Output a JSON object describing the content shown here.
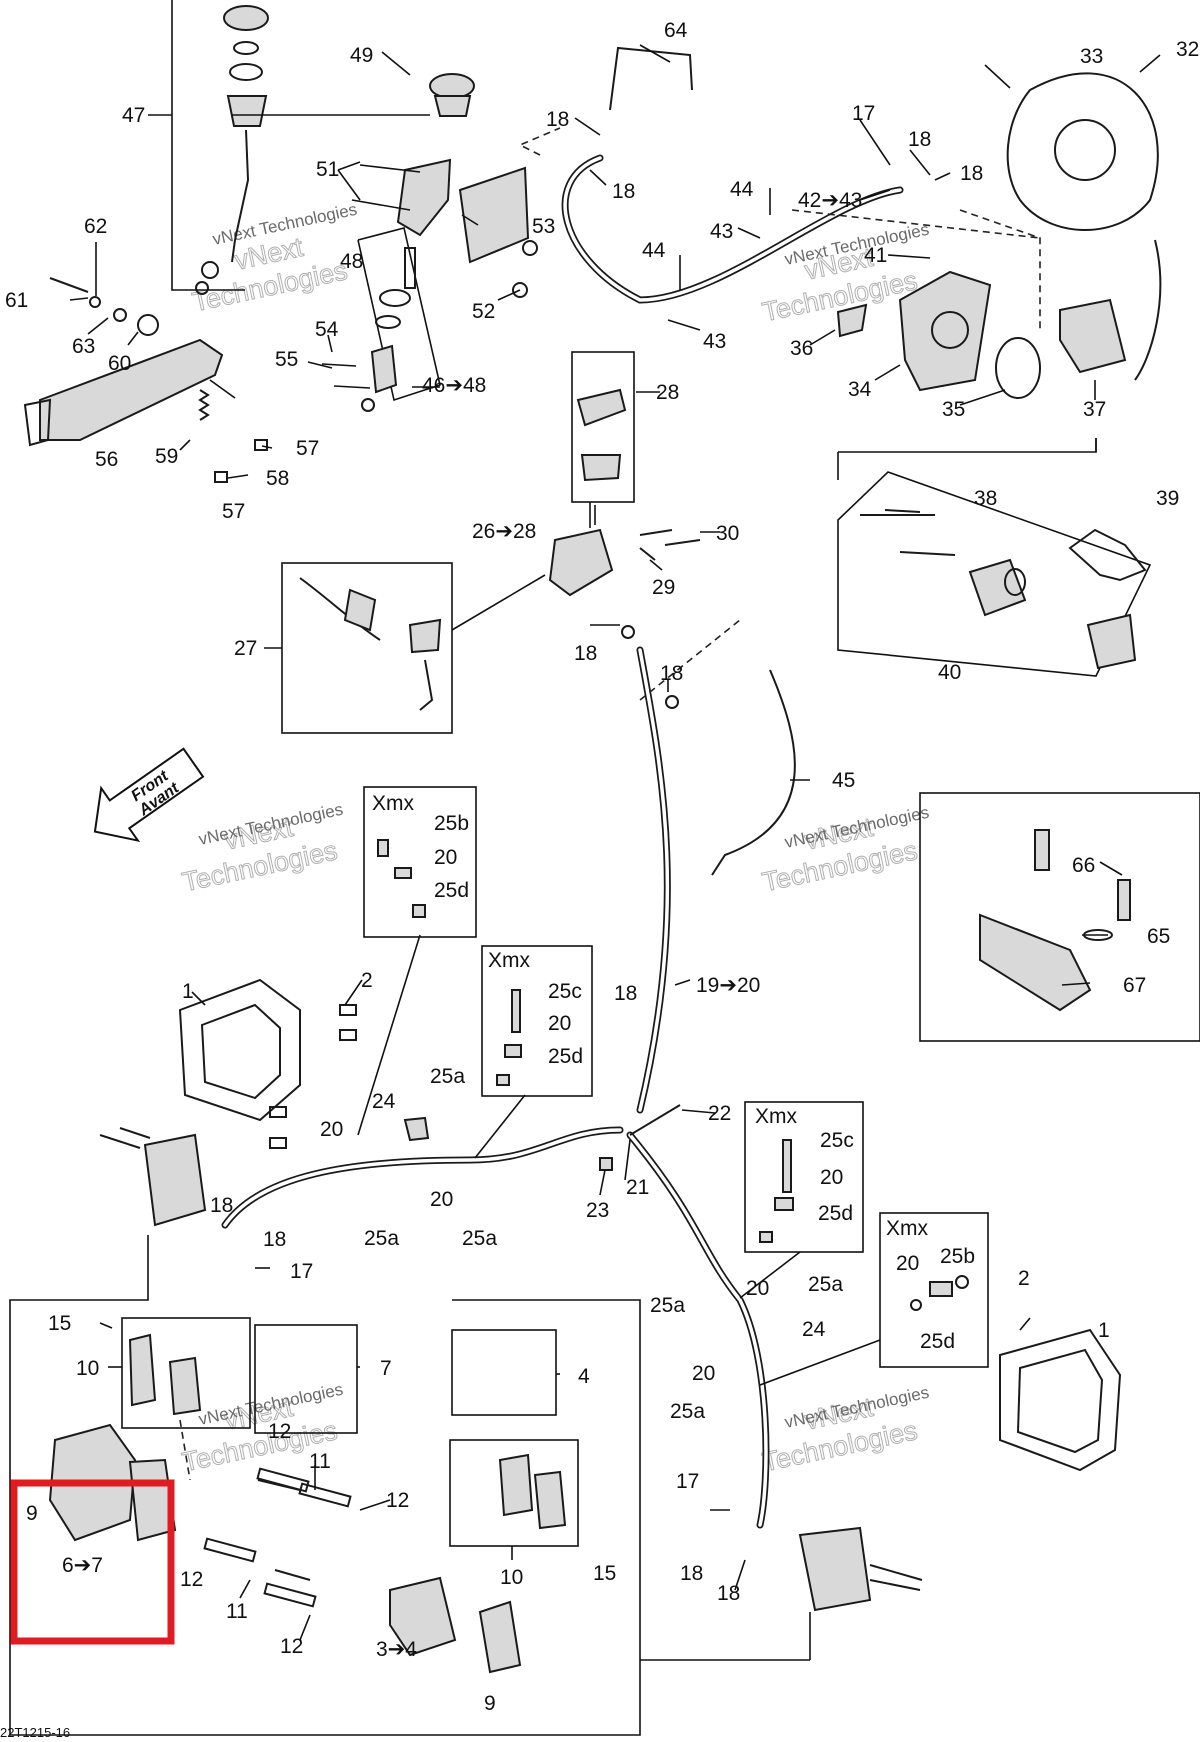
{
  "figure_code": "22T1215-16",
  "direction_arrow": {
    "line1": "Front",
    "line2": "Avant"
  },
  "watermark": {
    "line1": "vNext",
    "line2": "Technologies",
    "small": "vNext Technologies"
  },
  "highlight_color": "#e11b22",
  "callouts": {
    "c1a": "1",
    "c1b": "1",
    "c2a": "2",
    "c2b": "2",
    "c34": "3➔4",
    "c4": "4",
    "c67": "6➔7",
    "c7": "7",
    "c9a": "9",
    "c9b": "9",
    "c10a": "10",
    "c10b": "10",
    "c11a": "11",
    "c11b": "11",
    "c12a": "12",
    "c12b": "12",
    "c12c": "12",
    "c12d": "12",
    "c15a": "15",
    "c15b": "15",
    "c17a": "17",
    "c17b": "17",
    "c17c": "17",
    "c18a": "18",
    "c18b": "18",
    "c18c": "18",
    "c18d": "18",
    "c18e": "18",
    "c18f": "18",
    "c18g": "18",
    "c18h": "18",
    "c18i": "18",
    "c18j": "18",
    "c18k": "18",
    "c1920": "19➔20",
    "c20a": "20",
    "c20b": "20",
    "c20c": "20",
    "c20d": "20",
    "c21": "21",
    "c22": "22",
    "c23": "23",
    "c24a": "24",
    "c24b": "24",
    "c25aA": "25a",
    "c25aB": "25a",
    "c25aC": "25a",
    "c25aD": "25a",
    "c25aE": "25a",
    "c25aF": "25a",
    "c2628": "26➔28",
    "c27": "27",
    "c28": "28",
    "c29": "29",
    "c30": "30",
    "c32": "32",
    "c33": "33",
    "c34b": "34",
    "c35": "35",
    "c36": "36",
    "c37": "37",
    "c38": "38",
    "c39": "39",
    "c40": "40",
    "c41": "41",
    "c4243": "42➔43",
    "c43a": "43",
    "c43b": "43",
    "c44a": "44",
    "c44b": "44",
    "c45": "45",
    "c4648": "46➔48",
    "c47": "47",
    "c48": "48",
    "c49": "49",
    "c51": "51",
    "c52": "52",
    "c53": "53",
    "c54": "54",
    "c55": "55",
    "c56": "56",
    "c57a": "57",
    "c57b": "57",
    "c58": "58",
    "c59": "59",
    "c60": "60",
    "c61": "61",
    "c62": "62",
    "c63": "63",
    "c64": "64",
    "c65": "65",
    "c66": "66",
    "c67b": "67"
  },
  "xmx_boxes": [
    {
      "header": "Xmx",
      "labels": [
        "25b",
        "20",
        "25d"
      ]
    },
    {
      "header": "Xmx",
      "labels": [
        "25c",
        "20",
        "25d"
      ]
    },
    {
      "header": "Xmx",
      "labels": [
        "25c",
        "20",
        "25d"
      ]
    },
    {
      "header": "Xmx",
      "labels": [
        "20",
        "25b",
        "25d"
      ]
    }
  ]
}
